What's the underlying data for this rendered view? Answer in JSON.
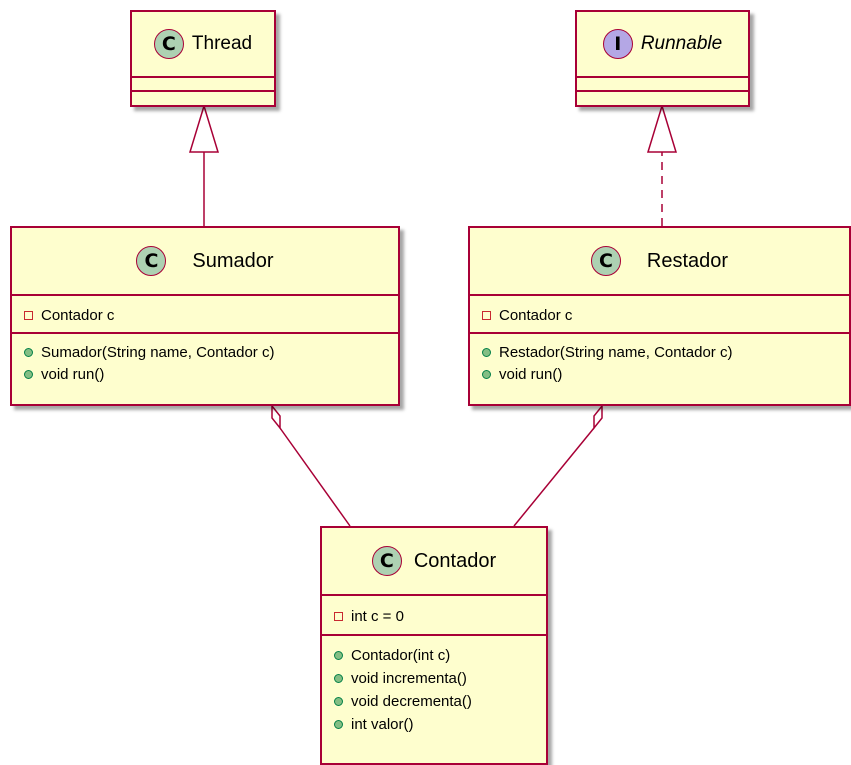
{
  "classes": {
    "thread": {
      "stereotype_icon": "C",
      "name": "Thread"
    },
    "runnable": {
      "stereotype_icon": "I",
      "name": "Runnable"
    },
    "sumador": {
      "stereotype_icon": "C",
      "name": "Sumador",
      "fields": [
        "Contador c"
      ],
      "methods": [
        "Sumador(String name, Contador c)",
        "void run()"
      ]
    },
    "restador": {
      "stereotype_icon": "C",
      "name": "Restador",
      "fields": [
        "Contador c"
      ],
      "methods": [
        "Restador(String name, Contador c)",
        "void run()"
      ]
    },
    "contador": {
      "stereotype_icon": "C",
      "name": "Contador",
      "fields": [
        "int c = 0"
      ],
      "methods": [
        "Contador(int c)",
        "void incrementa()",
        "void decrementa()",
        "int valor()"
      ]
    }
  },
  "relations": [
    {
      "from": "Sumador",
      "to": "Thread",
      "kind": "extends"
    },
    {
      "from": "Restador",
      "to": "Runnable",
      "kind": "implements"
    },
    {
      "from": "Sumador",
      "to": "Contador",
      "kind": "aggregation"
    },
    {
      "from": "Restador",
      "to": "Contador",
      "kind": "aggregation"
    }
  ],
  "colors": {
    "class_fill": "#FEFECE",
    "border": "#A80036",
    "class_badge": "#ADD1B2",
    "interface_badge": "#B4A7E5",
    "private_marker": "#C82930",
    "public_marker": "#84BE84"
  }
}
